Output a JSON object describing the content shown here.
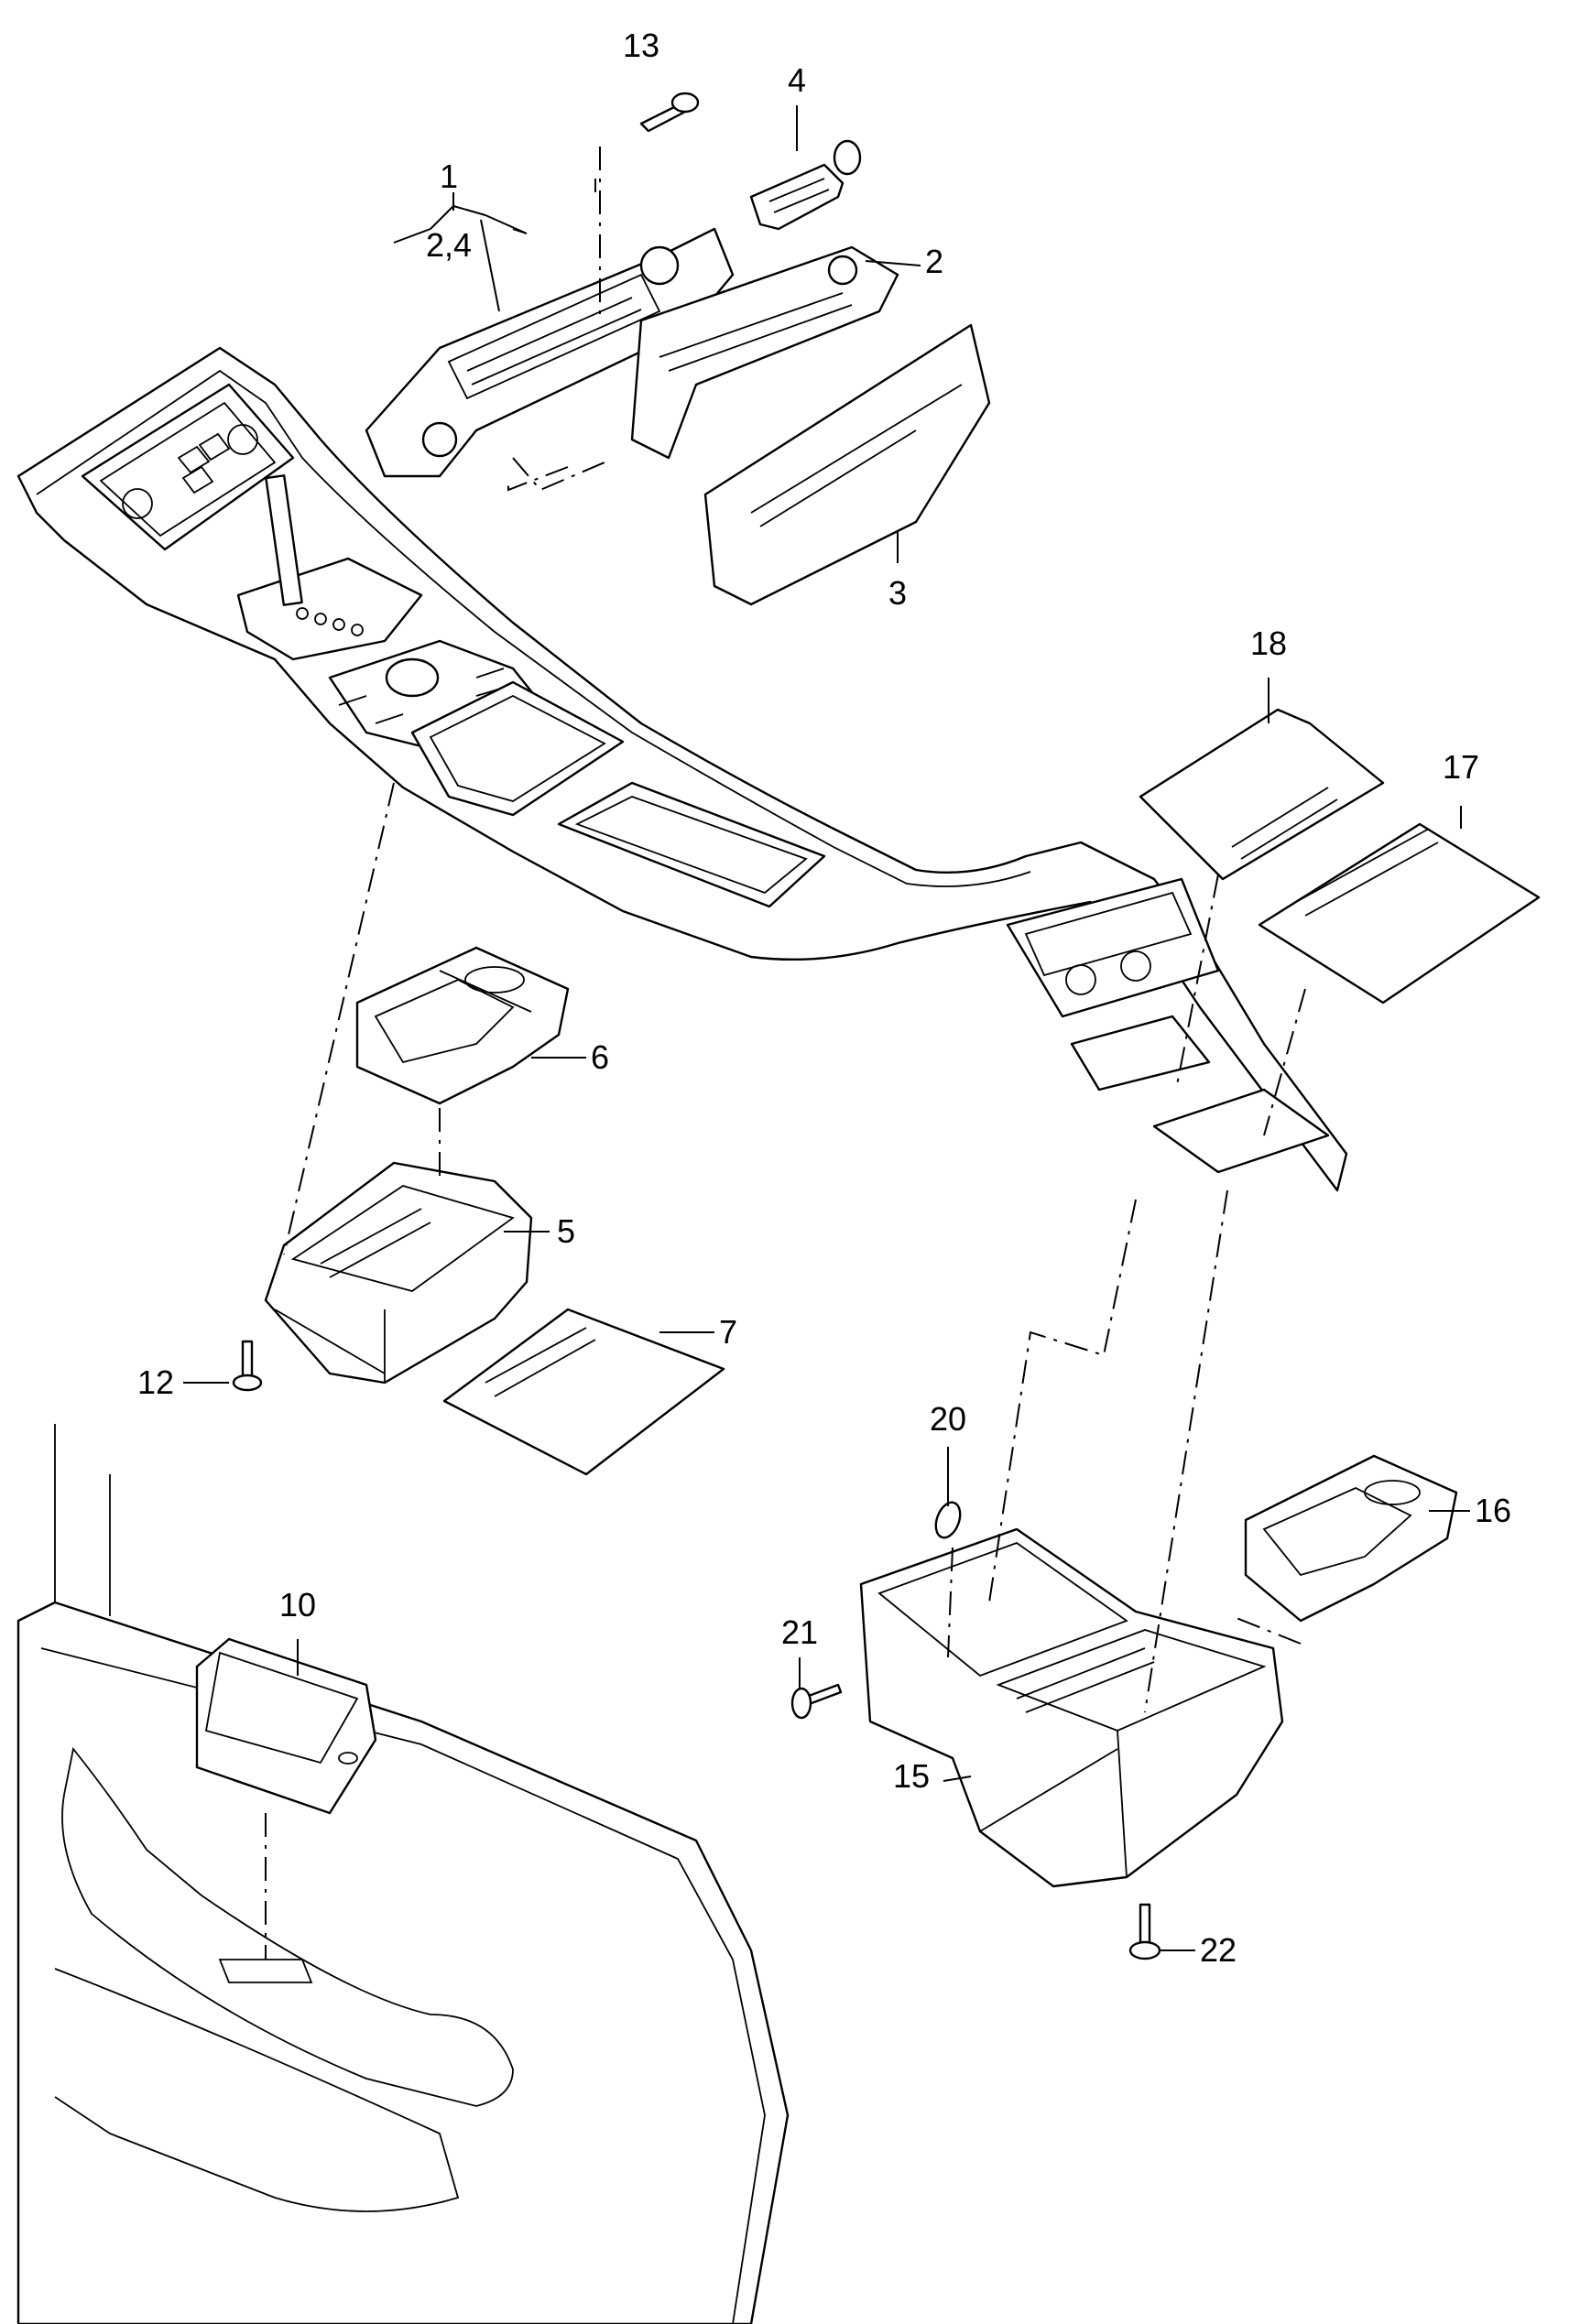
{
  "diagram": {
    "callouts": [
      {
        "id": "1",
        "text": "1"
      },
      {
        "id": "2-4",
        "text": "2,4"
      },
      {
        "id": "2",
        "text": "2"
      },
      {
        "id": "3",
        "text": "3"
      },
      {
        "id": "4",
        "text": "4"
      },
      {
        "id": "5",
        "text": "5"
      },
      {
        "id": "6",
        "text": "6"
      },
      {
        "id": "7",
        "text": "7"
      },
      {
        "id": "10",
        "text": "10"
      },
      {
        "id": "12",
        "text": "12"
      },
      {
        "id": "13",
        "text": "13"
      },
      {
        "id": "15",
        "text": "15"
      },
      {
        "id": "16",
        "text": "16"
      },
      {
        "id": "17",
        "text": "17"
      },
      {
        "id": "18",
        "text": "18"
      },
      {
        "id": "20",
        "text": "20"
      },
      {
        "id": "21",
        "text": "21"
      },
      {
        "id": "22",
        "text": "22"
      }
    ]
  }
}
